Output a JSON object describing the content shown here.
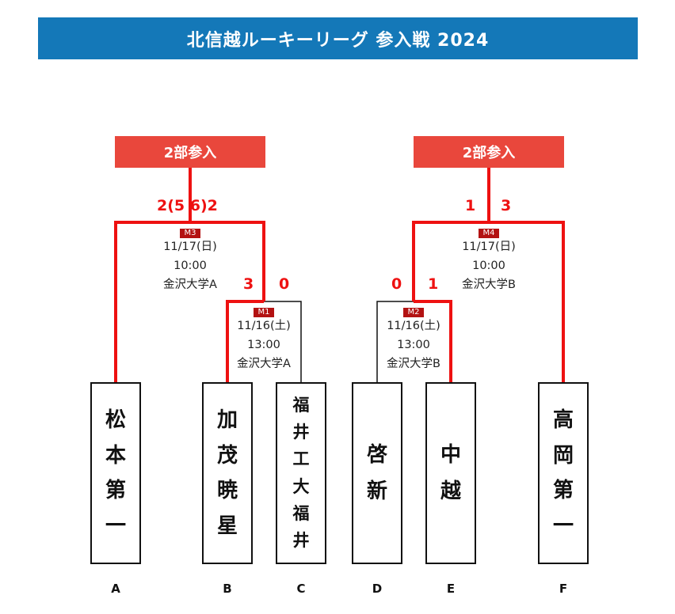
{
  "title": "北信越ルーキーリーグ 参入戦 2024",
  "entries": {
    "left": "2部参入",
    "right": "2部参入"
  },
  "scores": {
    "m3": "2(5 6)2",
    "m1_left": "3",
    "m1_right": "0",
    "m2_left": "0",
    "m2_right": "1",
    "m4_left": "1",
    "m4_right": "3"
  },
  "matches": {
    "m1": {
      "label": "M1",
      "date": "11/16(土)",
      "time": "13:00",
      "venue": "金沢大学A"
    },
    "m2": {
      "label": "M2",
      "date": "11/16(土)",
      "time": "13:00",
      "venue": "金沢大学B"
    },
    "m3": {
      "label": "M3",
      "date": "11/17(日)",
      "time": "10:00",
      "venue": "金沢大学A"
    },
    "m4": {
      "label": "M4",
      "date": "11/17(日)",
      "time": "10:00",
      "venue": "金沢大学B"
    }
  },
  "teams": [
    {
      "letter": "A",
      "chars": [
        "松",
        "本",
        "第",
        "一"
      ]
    },
    {
      "letter": "B",
      "chars": [
        "加",
        "茂",
        "暁",
        "星"
      ]
    },
    {
      "letter": "C",
      "chars": [
        "福",
        "井",
        "工",
        "大",
        "福",
        "井"
      ]
    },
    {
      "letter": "D",
      "chars": [
        "啓",
        "新"
      ]
    },
    {
      "letter": "E",
      "chars": [
        "中",
        "越"
      ]
    },
    {
      "letter": "F",
      "chars": [
        "高",
        "岡",
        "第",
        "一"
      ]
    }
  ],
  "colors": {
    "banner": "#1478b8",
    "entry": "#e9473c",
    "winner_line": "#ee1111",
    "match_tag": "#b31212"
  }
}
